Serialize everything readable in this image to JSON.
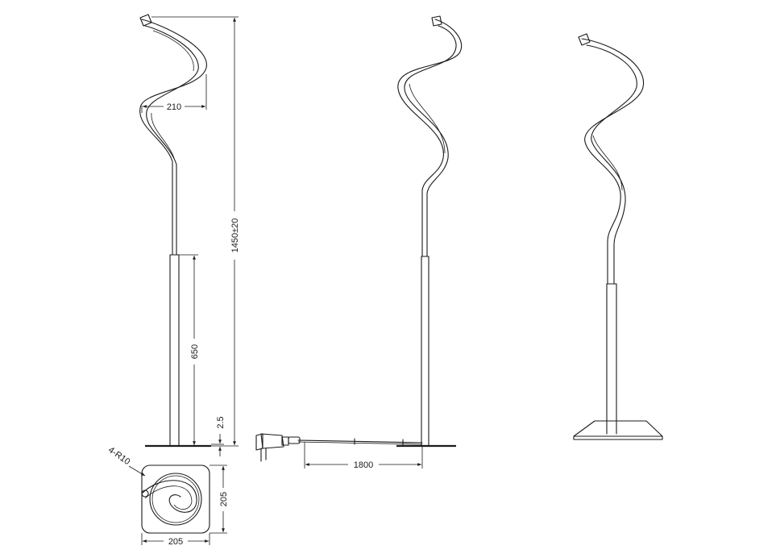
{
  "dimensions": {
    "head_width": "210",
    "total_height": "1450±20",
    "lower_tube": "650",
    "base_thickness": "2.5",
    "corner_radius": "4-R10",
    "base_depth": "205",
    "base_width": "205",
    "cable_length": "1800"
  },
  "colors": {
    "line": "#1a1a1a",
    "background": "#ffffff"
  }
}
